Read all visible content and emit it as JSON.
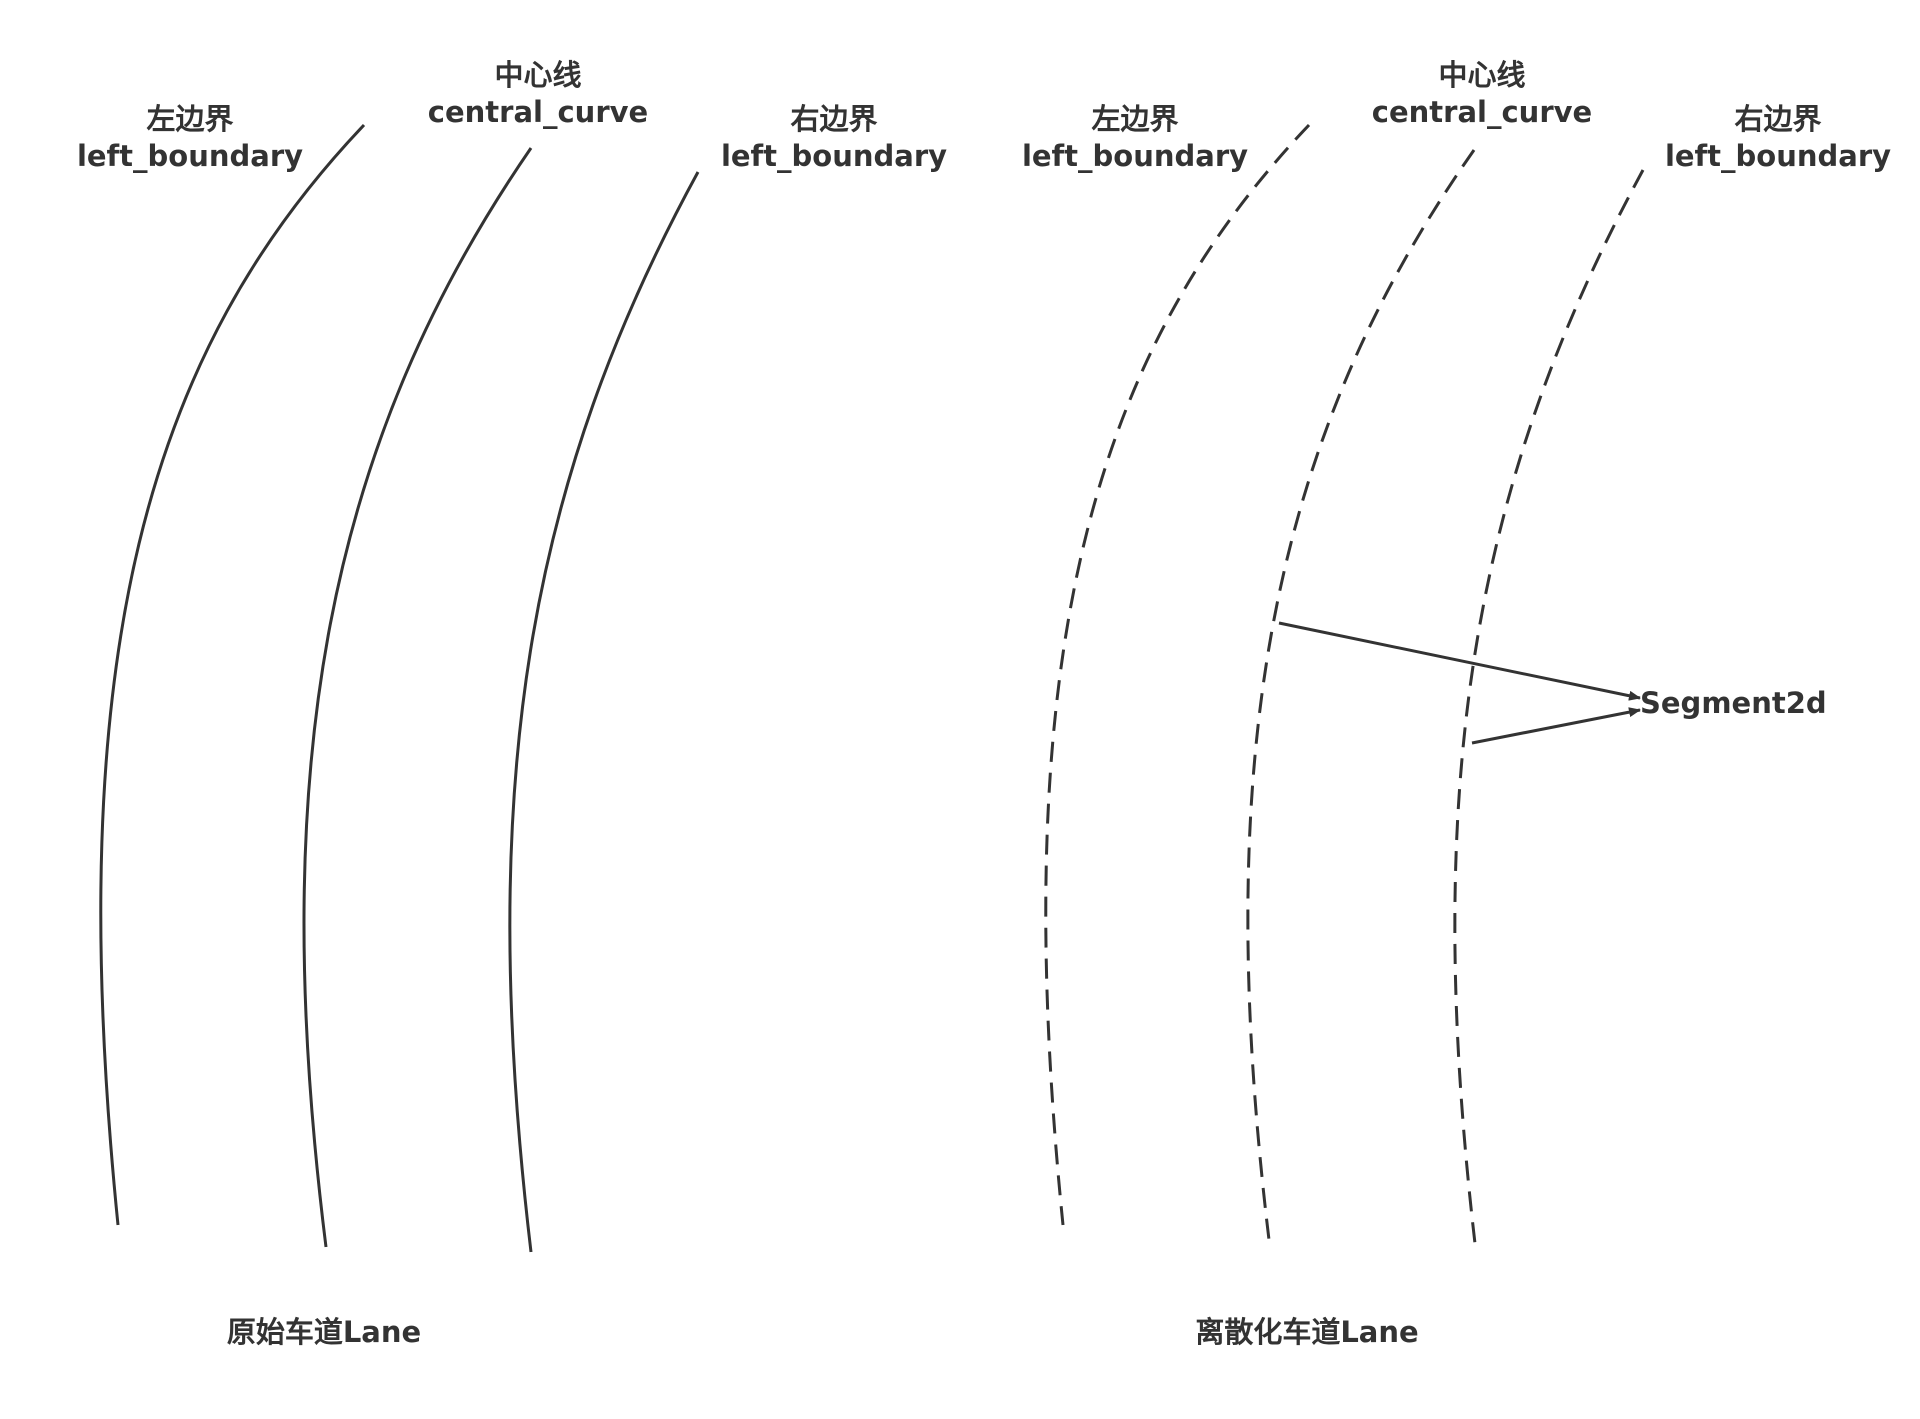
{
  "colors": {
    "stroke": "#333333",
    "text": "#333333",
    "background": "#ffffff"
  },
  "original_lane": {
    "caption": "原始车道Lane",
    "left": {
      "zh": "左边界",
      "en": "left_boundary"
    },
    "center": {
      "zh": "中心线",
      "en": "central_curve"
    },
    "right": {
      "zh": "右边界",
      "en": "left_boundary"
    }
  },
  "discretized_lane": {
    "caption": "离散化车道Lane",
    "left": {
      "zh": "左边界",
      "en": "left_boundary"
    },
    "center": {
      "zh": "中心线",
      "en": "central_curve"
    },
    "right": {
      "zh": "右边界",
      "en": "left_boundary"
    },
    "segment_label": "Segment2d"
  }
}
